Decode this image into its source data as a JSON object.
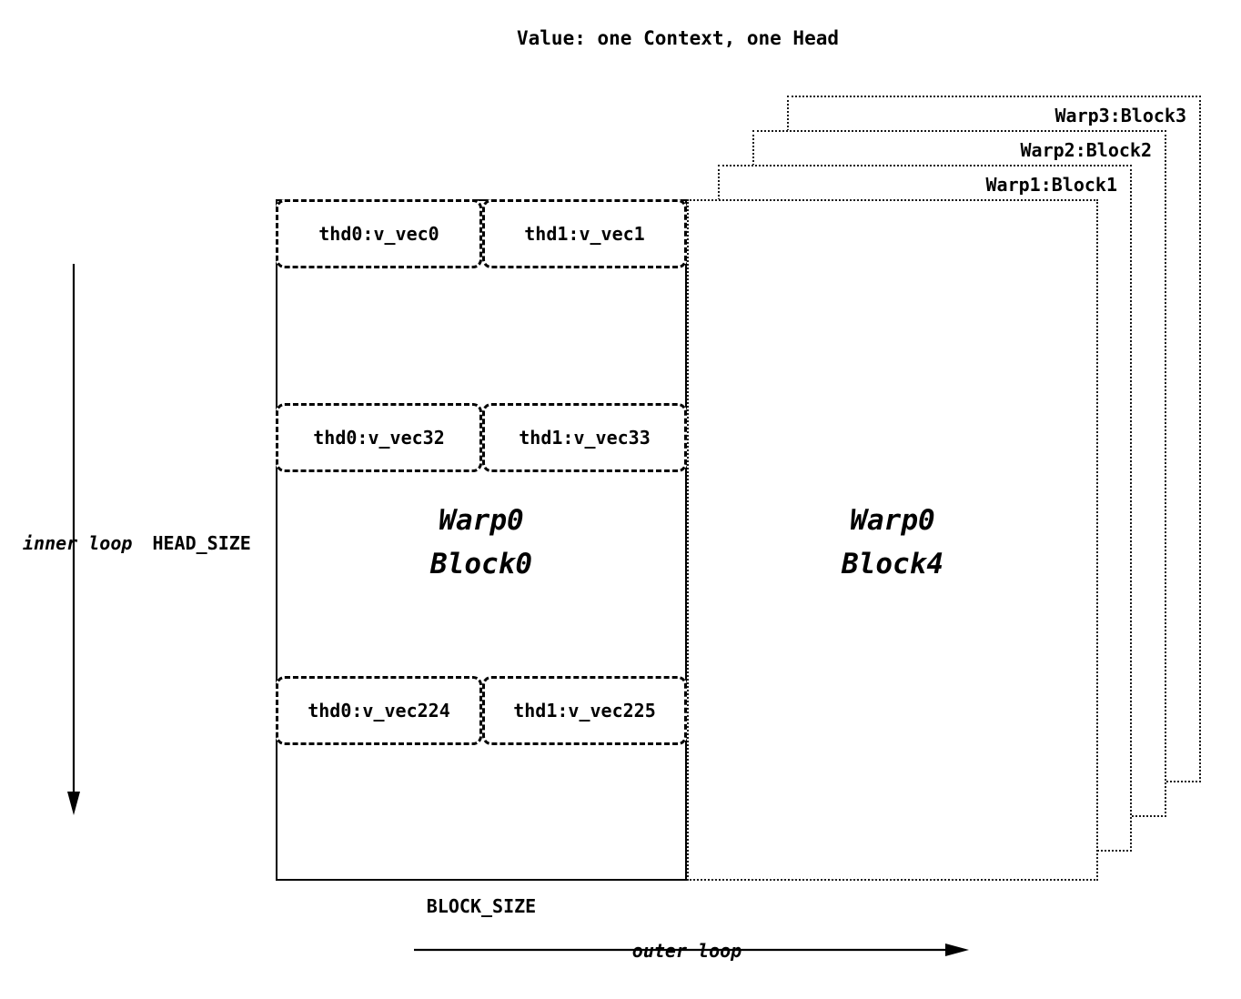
{
  "title": "Value: one Context, one Head",
  "back_blocks": [
    {
      "label": "Warp3:Block3"
    },
    {
      "label": "Warp2:Block2"
    },
    {
      "label": "Warp1:Block1"
    }
  ],
  "front_block": {
    "line1": "Warp0",
    "line2": "Block4"
  },
  "main_block": {
    "line1": "Warp0",
    "line2": "Block0"
  },
  "thread_rows": [
    {
      "left": "thd0:v_vec0",
      "right": "thd1:v_vec1"
    },
    {
      "left": "thd0:v_vec32",
      "right": "thd1:v_vec33"
    },
    {
      "left": "thd0:v_vec224",
      "right": "thd1:v_vec225"
    }
  ],
  "axis_labels": {
    "inner_loop": "inner loop",
    "head_size": "HEAD_SIZE",
    "block_size": "BLOCK_SIZE",
    "outer_loop": "outer loop"
  }
}
